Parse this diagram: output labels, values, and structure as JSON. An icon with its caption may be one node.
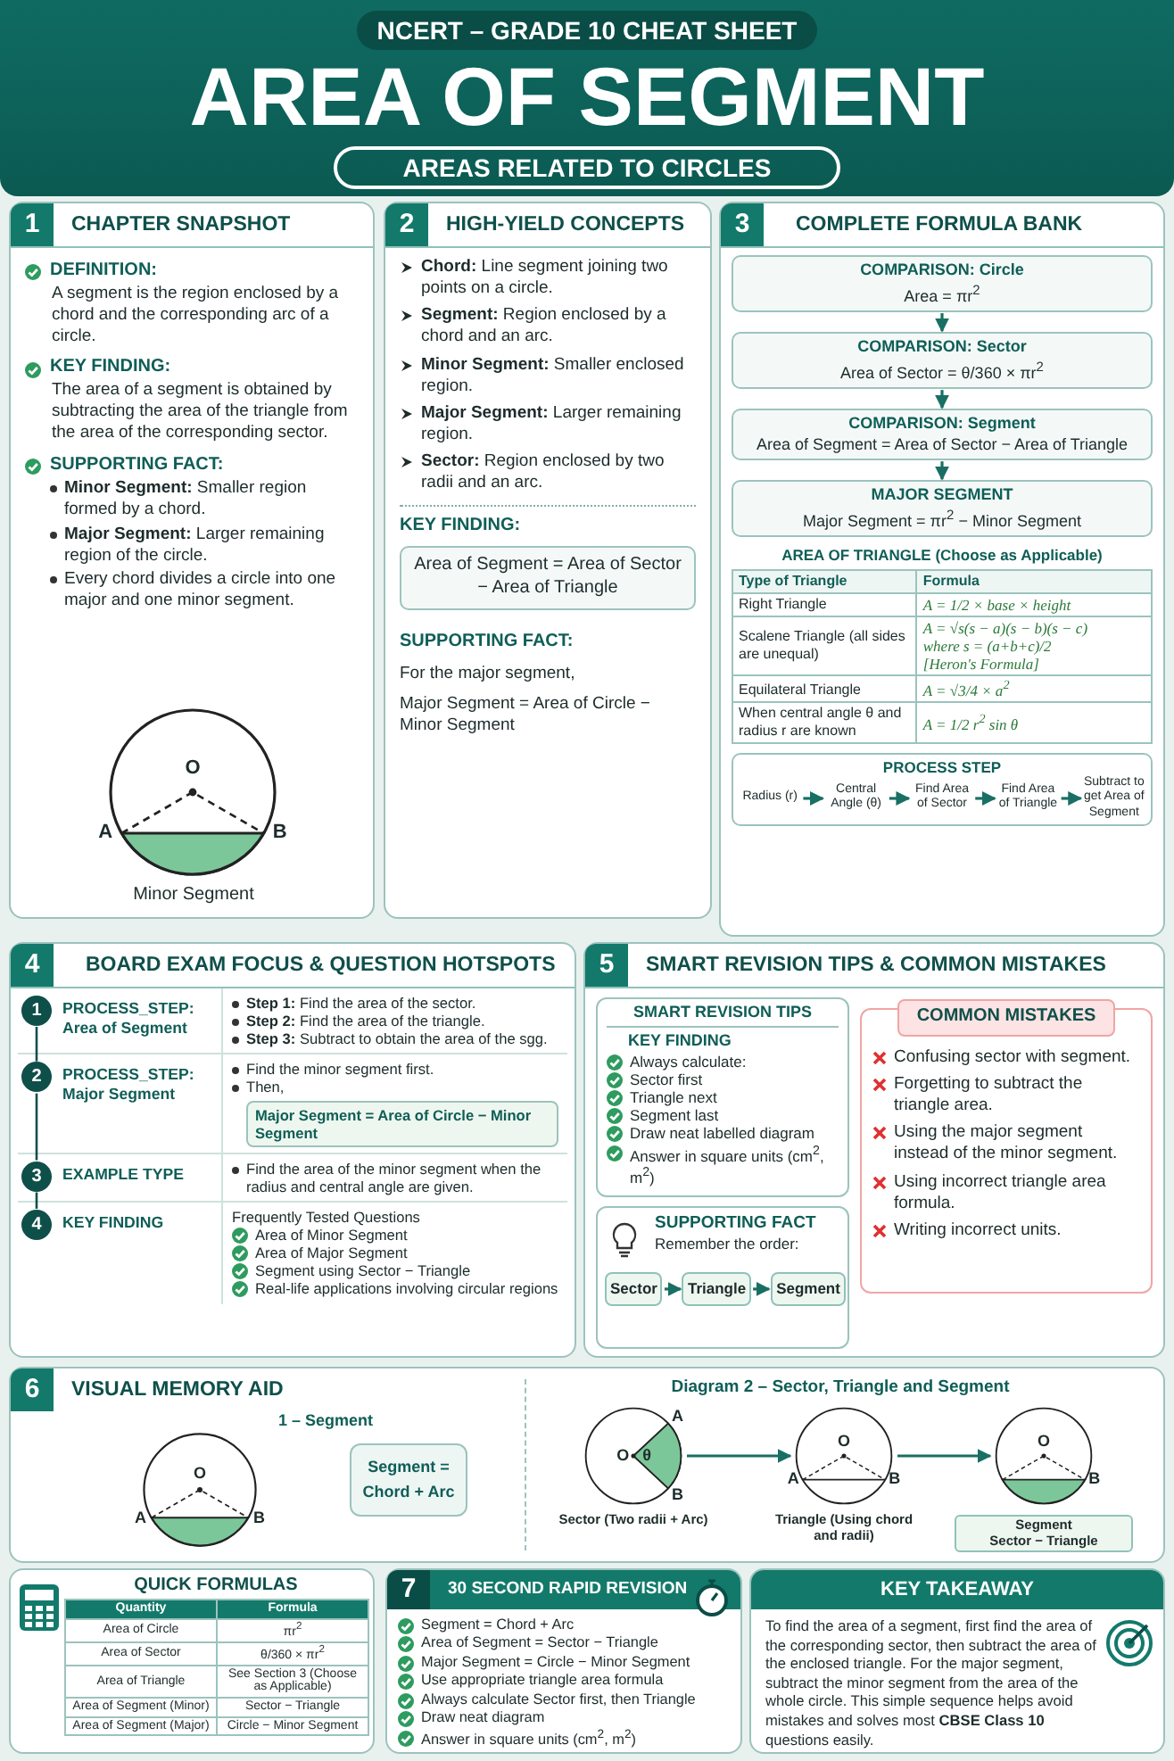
{
  "diagram": {
    "title": "AREA OF SEGMENT",
    "nodes": [
      {
        "text": [
          "AREAS RELATED TO CIRCLES"
        ]
      },
      {
        "text": [
          "1",
          "CHAPTER SNAPSHOT",
          "DEFINITION:",
          "A segment is the region enclosed by a chord and the corresponding arc of a circle.",
          "KEY FINDING:",
          "The area of a segment is obtained by subtracting the area of the triangle from the area of the corresponding sector.",
          "SUPPORTING FACT:",
          "**Minor Segment:** Smaller region formed by a chord.",
          "**Major Segment:** Larger remaining region of the circle.",
          "Every chord divides a circle into one major and one minor segment."
        ]
      },
      {
        "text": [
          "2",
          "HIGH-YIELD CONCEPTS",
          "**Chord:** Line segment joining two points on a circle.",
          "**Segment:** Region enclosed by a chord and an arc.",
          "**Minor Segment:** Smaller enclosed region.",
          "**Major Segment:** Larger remaining region.",
          "**Sector:** Region enclosed by two radii and an arc.",
          "KEY FINDING:",
          "SUPPORTING FACT:",
          "For the major segment,",
          "Major Segment = Area of Circle − Minor Segment"
        ]
      },
      {
        "text": [
          "Area of Segment = Area of Sector − Area of Triangle"
        ],
        "in": 2
      },
      {
        "text": [
          "3",
          "COMPLETE FORMULA BANK"
        ]
      },
      {
        "text": [
          "COMPARISON: Circle",
          "Area = πr$^{2}$"
        ],
        "in": 4
      },
      {
        "text": [
          "COMPARISON: Sector",
          "Area of Sector = θ/360 × πr$^{2}$"
        ],
        "in": 4
      },
      {
        "text": [
          "COMPARISON: Segment",
          "Area of Segment = Area of Sector − Area of Triangle"
        ],
        "in": 4
      },
      {
        "text": [
          "MAJOR SEGMENT",
          "Major Segment = πr$^{2}$ − Minor Segment"
        ],
        "in": 4
      },
      {
        "text": [
          "PROCESS STEP"
        ],
        "in": 4
      },
      {
        "text": [
          "Radius (r)"
        ],
        "in": 9
      },
      {
        "text": [
          "Central Angle (θ)"
        ],
        "in": 9
      },
      {
        "text": [
          "Find Area of Sector"
        ],
        "in": 9
      },
      {
        "text": [
          "Find Area of Triangle"
        ],
        "in": 9
      },
      {
        "text": [
          "Subtract to get Area of Segment"
        ],
        "in": 9
      },
      {
        "text": [
          "4",
          "BOARD EXAM FOCUS & QUESTION HOTSPOTS"
        ]
      },
      {
        "text": [
          "1"
        ],
        "in": 15,
        "beside": [
          "PROCESS_STEP: Area of Segment"
        ]
      },
      {
        "text": [
          "2"
        ],
        "in": 15,
        "beside": [
          "PROCESS_STEP: Major Segment"
        ]
      },
      {
        "text": [
          "3"
        ],
        "in": 15,
        "beside": [
          "EXAMPLE TYPE"
        ]
      },
      {
        "text": [
          "4"
        ],
        "in": 15,
        "beside": [
          "KEY FINDING"
        ]
      },
      {
        "text": [
          "Major Segment = Area of Circle − Minor Segment"
        ],
        "in": 15
      },
      {
        "text": [
          "5",
          "SMART REVISION TIPS & COMMON MISTAKES"
        ]
      },
      {
        "text": [
          "SMART REVISION TIPS",
          "KEY FINDING",
          "Always calculate:",
          "Sector first",
          "Triangle next",
          "Segment last",
          "Draw neat labelled diagram",
          "Answer in square units (cm$^{2}$, m$^{2}$)"
        ],
        "in": 21
      },
      {
        "text": [
          "SUPPORTING FACT",
          "Remember the order:"
        ],
        "in": 21
      },
      {
        "text": [
          "Sector"
        ],
        "in": 23
      },
      {
        "text": [
          "Triangle"
        ],
        "in": 23
      },
      {
        "text": [
          "Segment"
        ],
        "in": 23
      },
      {
        "text": [
          "COMMON MISTAKES",
          "Confusing sector with segment.",
          "Forgetting to subtract the triangle area.",
          "Using the major segment instead of the minor segment.",
          "Using incorrect triangle area formula.",
          "Writing incorrect units."
        ],
        "in": 21
      },
      {
        "text": [
          "6",
          "VISUAL MEMORY AID"
        ]
      },
      {
        "text": [
          "Segment = Chord + Arc"
        ],
        "in": 28
      },
      {
        "text": [],
        "shape": "circle",
        "in": 28,
        "beside": [
          "Sector (Two radii + Arc)"
        ]
      },
      {
        "text": [],
        "shape": "circle",
        "in": 28,
        "beside": [
          "Triangle (Using chord and radii)"
        ]
      },
      {
        "text": [],
        "shape": "circle",
        "in": 28
      },
      {
        "text": [
          "Segment",
          "Sector − Triangle"
        ],
        "in": 28
      },
      {
        "text": [
          "QUICK FORMULAS"
        ]
      },
      {
        "text": [
          "7",
          "30 SECOND RAPID REVISION",
          "Segment = Chord + Arc",
          "Area of Segment = Sector − Triangle",
          "Major Segment = Circle − Minor Segment",
          "Use appropriate triangle area formula",
          "Always calculate Sector first, then Triangle",
          "Draw neat diagram",
          "Answer in square units (cm$^{2}$, m$^{2}$)"
        ]
      },
      {
        "text": [
          "KEY TAKEAWAY",
          "To find the area of a segment, first find the area of the corresponding sector, then subtract the area of the enclosed triangle. For the major segment, subtract the minor segment from the area of the whole circle. This simple sequence helps avoid mistakes and solves most **CBSE Class 10** questions easily."
        ]
      }
    ],
    "edges": [
      {
        "from": 5,
        "to": 6,
        "arrow": "to"
      },
      {
        "from": 6,
        "to": 7,
        "arrow": "to"
      },
      {
        "from": 7,
        "to": 8,
        "arrow": "to"
      },
      {
        "from": 10,
        "to": 11,
        "arrow": "to"
      },
      {
        "from": 11,
        "to": 12,
        "arrow": "to"
      },
      {
        "from": 12,
        "to": 13,
        "arrow": "to"
      },
      {
        "from": 13,
        "to": 14,
        "arrow": "to"
      },
      {
        "from": 16,
        "to": 17,
        "arrow": "none"
      },
      {
        "from": 17,
        "to": 18,
        "arrow": "none"
      },
      {
        "from": 18,
        "to": 19,
        "arrow": "none"
      },
      {
        "from": 24,
        "to": 25,
        "arrow": "to"
      },
      {
        "from": 25,
        "to": 26,
        "arrow": "to"
      },
      {
        "from": 30,
        "to": 31,
        "arrow": "to"
      },
      {
        "from": 31,
        "to": 32,
        "arrow": "to"
      }
    ],
    "labels": [
      "NCERT – GRADE 10 CHEAT SHEET",
      "O",
      "A",
      "B",
      "Minor Segment",
      "AREA OF TRIANGLE (Choose as Applicable)",
      "Type of Triangle",
      "Formula",
      "Right Triangle",
      "A = 1/2 × base × height",
      "Scalene Triangle (all sides are unequal)",
      "A = √s(s − a)(s − b)(s − c)",
      "where s = (a+b+c)/2",
      "[Heron's Formula]",
      "Equilateral Triangle",
      "A = √3/4 × a$^{2}$",
      "When central angle θ and radius r are known",
      "A = 1/2 r$^{2}$ sin θ",
      "1 – Segment",
      "O",
      "A",
      "B",
      "Diagram 2 – Sector, Triangle and Segment",
      "O",
      "θ",
      "A",
      "B",
      "O",
      "A",
      "B",
      "O",
      "B",
      "Quantity",
      "Formula",
      "Area of Circle",
      "πr$^{2}$",
      "Area of Sector",
      "θ/360 × πr$^{2}$",
      "Area of Triangle",
      "See Section 3 (Choose as Applicable)",
      "Area of Segment (Minor)",
      "Sector − Triangle",
      "Area of Segment (Major)",
      "Circle − Minor Segment",
      "**Step 1:** Find the area of the sector.",
      "**Step 2:** Find the area of the triangle.",
      "**Step 3:** Subtract to obtain the area of the sgg.",
      "Find the minor segment first.",
      "Then,",
      "Find the area of the minor segment when the radius and central angle are given.",
      "Frequently Tested Questions",
      "Area of Minor Segment",
      "Area of Major Segment",
      "Segment using Sector − Triangle",
      "Real-life applications involving circular regions"
    ]
  }
}
